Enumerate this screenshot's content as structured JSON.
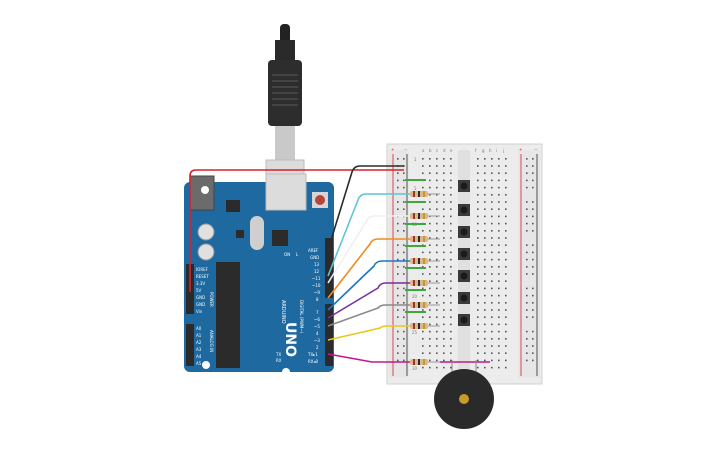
{
  "board": {
    "model": "UNO",
    "brand": "ARDUINO",
    "on_label": "ON",
    "tx_label": "TX",
    "rx_label": "RX",
    "l_label": "L",
    "power_label": "POWER",
    "analog_label": "ANALOG IN",
    "digital_label": "DIGITAL (PWM~)",
    "power_pins": [
      "IOREF",
      "RESET",
      "3.3V",
      "5V",
      "GND",
      "GND",
      "Vin"
    ],
    "analog_pins": [
      "A0",
      "A1",
      "A2",
      "A3",
      "A4",
      "A5"
    ],
    "digital_pins_top": [
      "AREF",
      "GND",
      "13",
      "12",
      "~11",
      "~10",
      "~9",
      "8"
    ],
    "digital_pins_bottom": [
      "7",
      "~6",
      "~5",
      "4",
      "~3",
      "2",
      "TX▸1",
      "RX◂0"
    ]
  },
  "breadboard": {
    "columns_top": [
      "a",
      "b",
      "c",
      "d",
      "e",
      "f",
      "g",
      "h",
      "i",
      "j"
    ],
    "rail_plus": "+",
    "rail_minus": "−",
    "row_numbers": [
      "1",
      "5",
      "10",
      "15",
      "20",
      "25",
      "30"
    ]
  },
  "colors": {
    "board": "#1e6aa0",
    "wire_black": "#2b2b2b",
    "wire_red": "#d8202a",
    "wire_green": "#3ea83a",
    "buzzer": "#2a2a2a"
  }
}
